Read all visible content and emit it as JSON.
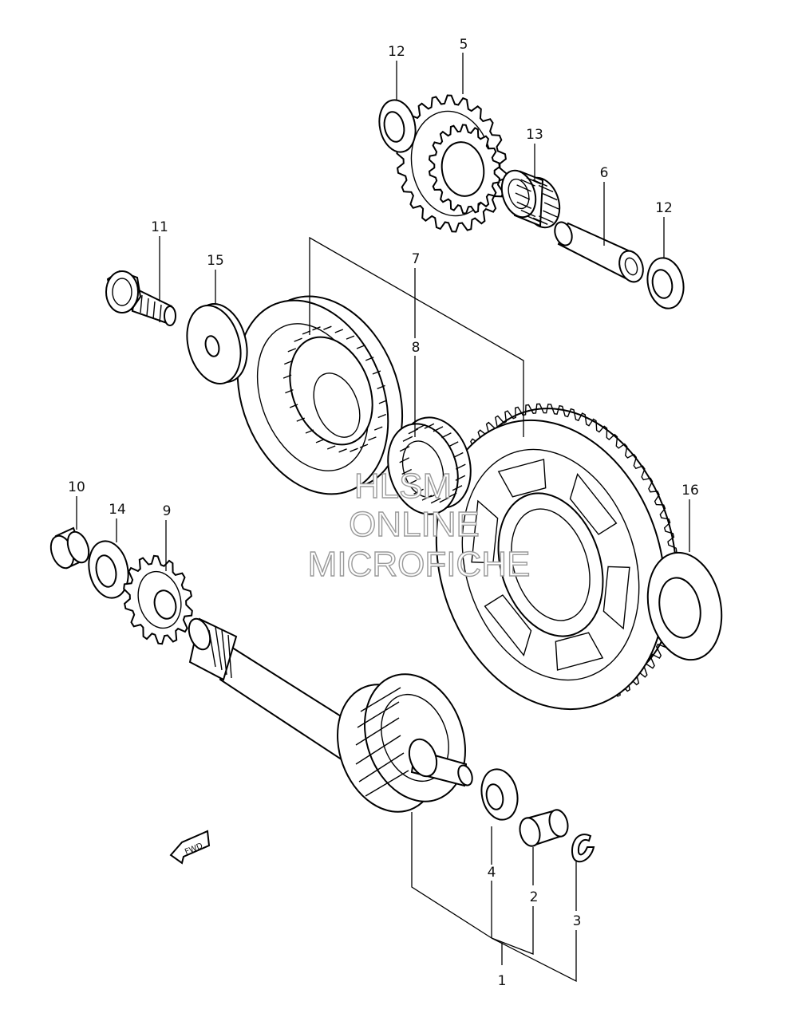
{
  "callouts": [
    {
      "id": "1",
      "text": "1"
    },
    {
      "id": "2",
      "text": "2"
    },
    {
      "id": "3",
      "text": "3"
    },
    {
      "id": "4",
      "text": "4"
    },
    {
      "id": "5",
      "text": "5"
    },
    {
      "id": "6",
      "text": "6"
    },
    {
      "id": "7",
      "text": "7"
    },
    {
      "id": "8",
      "text": "8"
    },
    {
      "id": "9",
      "text": "9"
    },
    {
      "id": "10",
      "text": "10"
    },
    {
      "id": "11",
      "text": "11"
    },
    {
      "id": "12a",
      "text": "12"
    },
    {
      "id": "12b",
      "text": "12"
    },
    {
      "id": "13",
      "text": "13"
    },
    {
      "id": "14",
      "text": "14"
    },
    {
      "id": "15",
      "text": "15"
    },
    {
      "id": "16",
      "text": "16"
    }
  ],
  "watermark": {
    "line1": "HLSM",
    "line2": "ONLINE",
    "line3": "MICROFICHE",
    "color": "#9a9a9a"
  },
  "direction": {
    "text": "FWD"
  },
  "colors": {
    "ink": "#000000",
    "paper": "#ffffff"
  }
}
